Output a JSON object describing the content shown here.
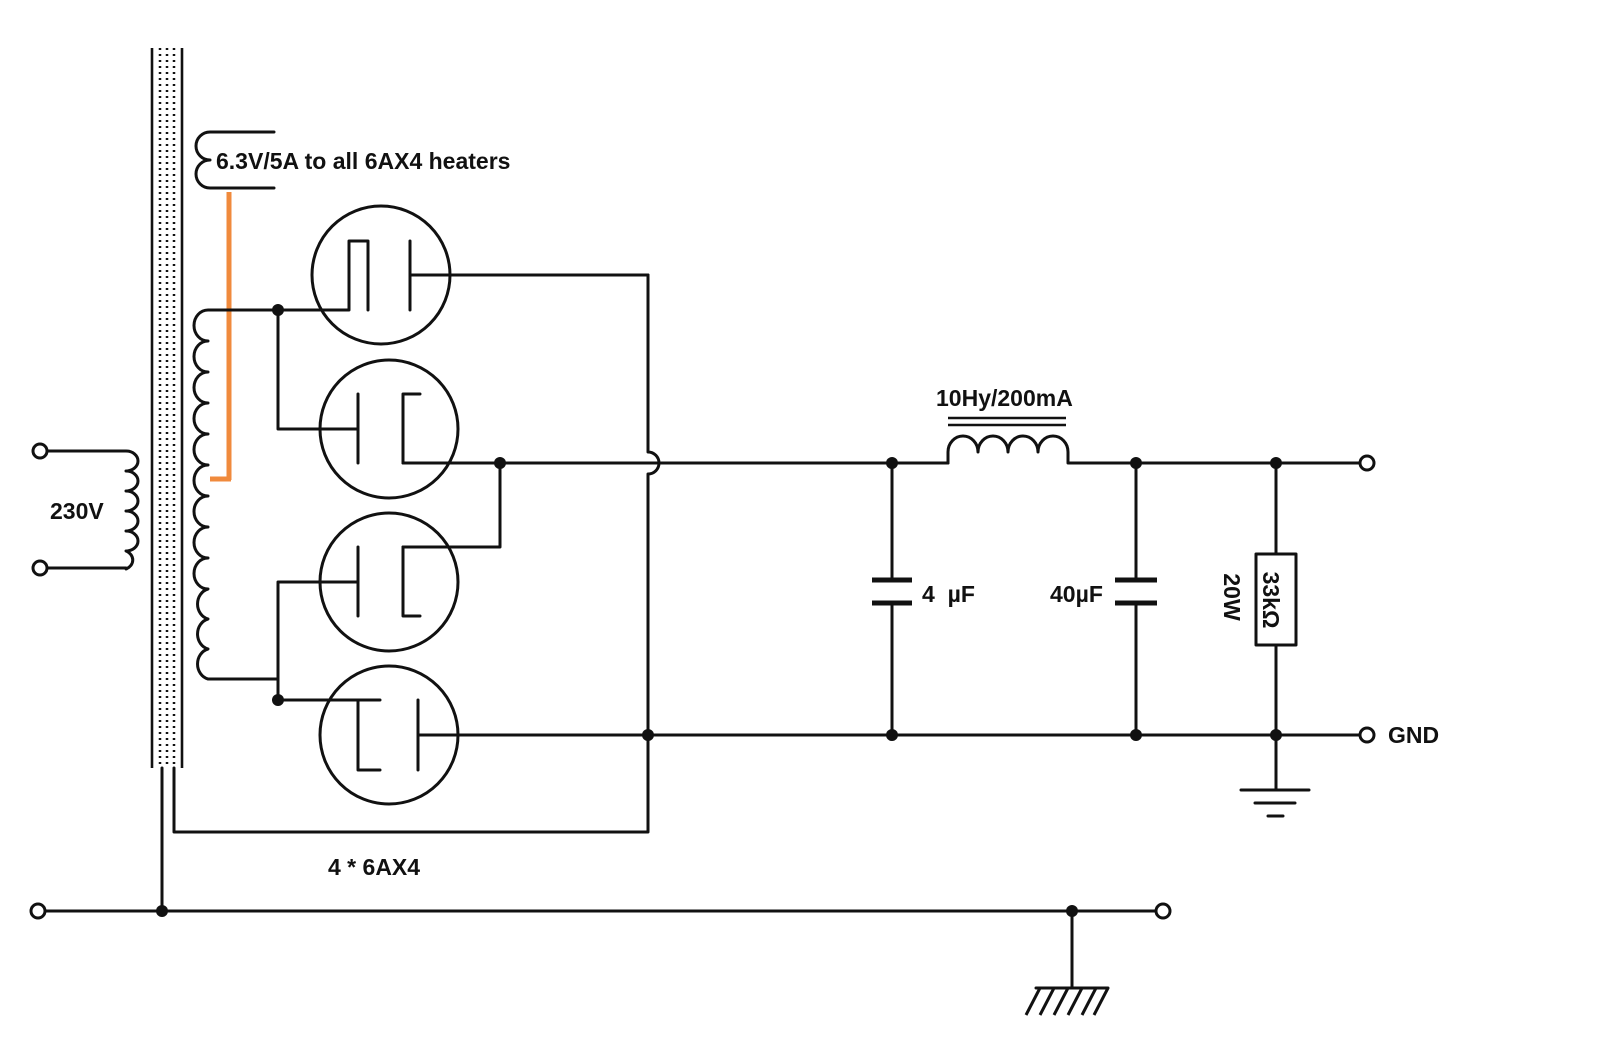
{
  "labels": {
    "heater": "6.3V/5A to all 6AX4 heaters",
    "mains": "230V",
    "choke": "10Hy/200mA",
    "cap1": "4  µF",
    "cap2": "40µF",
    "resistor_value": "33kΩ",
    "resistor_power": "20W",
    "gnd": "GND",
    "tubes": "4 * 6AX4"
  },
  "colors": {
    "wire": "#111111",
    "heater_lead": "#f08a3c"
  }
}
